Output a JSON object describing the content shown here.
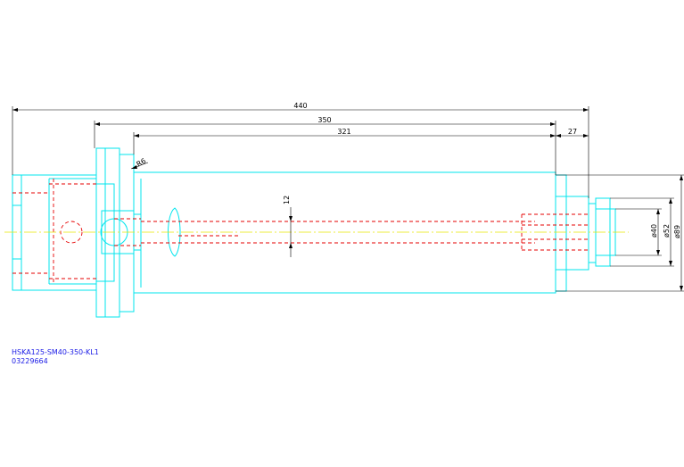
{
  "drawing": {
    "dimensions": {
      "overall_length": "440",
      "gauge_length": "350",
      "body_length": "321",
      "nose_length": "27",
      "radius": "R6",
      "bore": "12",
      "dia_bore": "ø40",
      "dia_collar": "ø52",
      "dia_body": "ø89"
    },
    "part_number": "HSKA125-SM40-350-KL1",
    "article_number": "03229664"
  },
  "colors": {
    "outline": "#00e5ee",
    "hidden": "#e60000",
    "centerline": "#e6e600",
    "dimension": "#000000",
    "caption": "#1a1ae6"
  }
}
